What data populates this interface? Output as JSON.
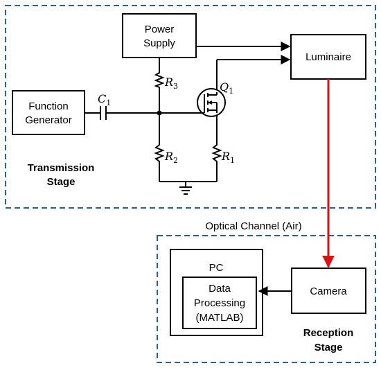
{
  "blocks": {
    "power_supply": [
      "Power",
      "Supply"
    ],
    "luminaire": "Luminaire",
    "function_generator": [
      "Function",
      "Generator"
    ],
    "camera": "Camera",
    "pc": "PC",
    "data_processing": [
      "Data",
      "Processing",
      "(MATLAB)"
    ]
  },
  "stages": {
    "transmission": [
      "Transmission",
      "Stage"
    ],
    "reception": [
      "Reception",
      "Stage"
    ]
  },
  "channel_label": "Optical Channel (Air)",
  "components": {
    "c1": {
      "sym": "C",
      "sub": "1"
    },
    "r1": {
      "sym": "R",
      "sub": "1"
    },
    "r2": {
      "sym": "R",
      "sub": "2"
    },
    "r3": {
      "sym": "R",
      "sub": "3"
    },
    "q1": {
      "sym": "Q",
      "sub": "1"
    }
  },
  "colors": {
    "stage_border": "#2e5f8a",
    "optical_link": "#e01010",
    "wire": "#000000"
  }
}
